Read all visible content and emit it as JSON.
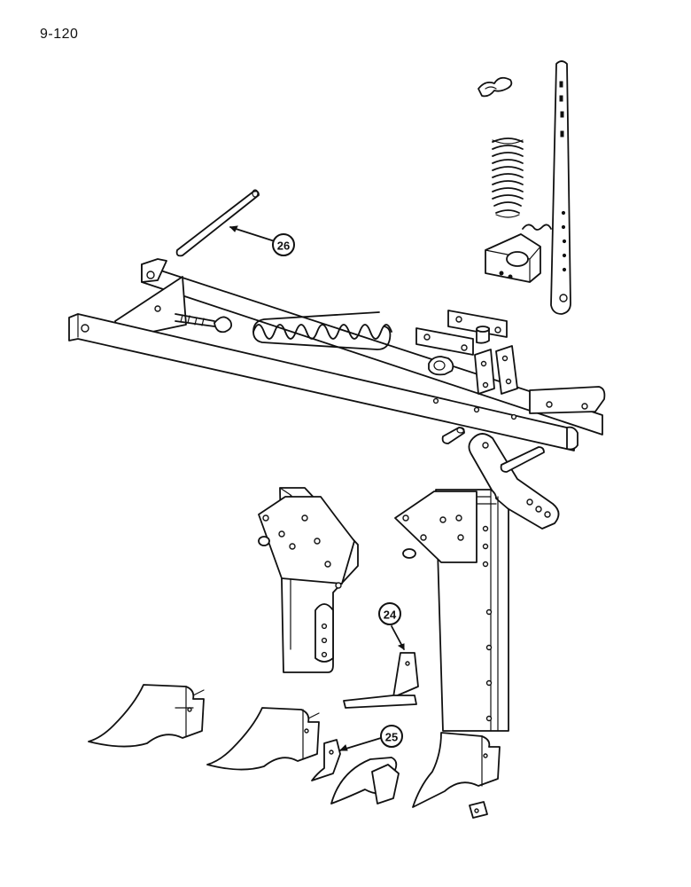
{
  "page": {
    "number": "9-120"
  },
  "callouts": [
    {
      "id": "26"
    },
    {
      "id": "24"
    },
    {
      "id": "25"
    }
  ]
}
